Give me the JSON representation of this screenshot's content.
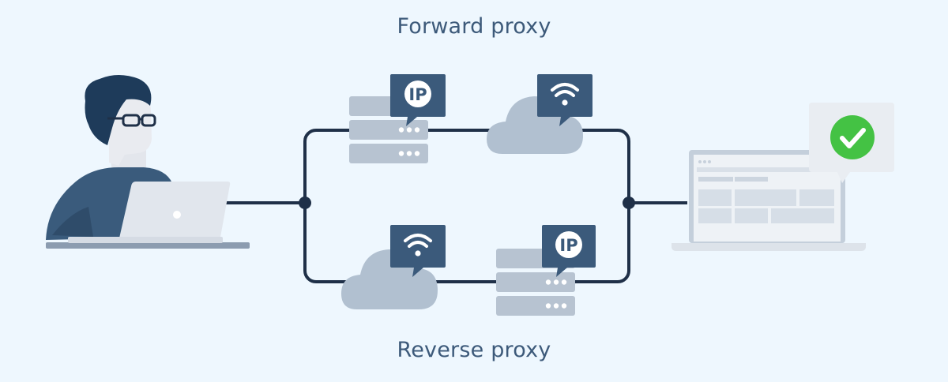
{
  "labels": {
    "forward_proxy": "Forward proxy",
    "reverse_proxy": "Reverse proxy",
    "ip_badge_top": "IP",
    "ip_badge_bottom": "IP"
  },
  "icons": {
    "user": "person-with-glasses-icon",
    "laptop": "laptop-icon",
    "server": "server-stack-icon",
    "cloud": "cloud-icon",
    "wifi": "wifi-icon",
    "ip": "ip-address-icon",
    "website": "website-browser-icon",
    "success": "green-checkmark-icon"
  },
  "colors": {
    "background": "#eef7fe",
    "line": "#1f3048",
    "badge": "#3b5a7b",
    "server": "#b7c3d1",
    "cloud": "#b1c0d0",
    "check": "#44c244",
    "title": "#3d5a7a"
  }
}
